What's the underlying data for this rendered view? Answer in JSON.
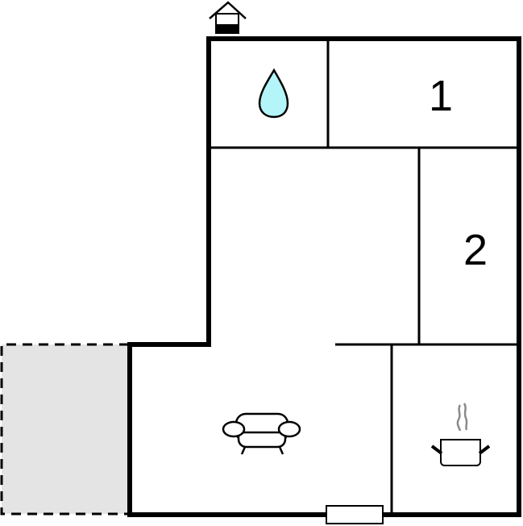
{
  "floor_plan": {
    "title": "",
    "rooms": [
      {
        "id": "bathroom",
        "icon": "water-drop-icon",
        "label": ""
      },
      {
        "id": "bedroom-1",
        "label": "1"
      },
      {
        "id": "bedroom-2",
        "label": "2"
      },
      {
        "id": "living-room",
        "icon": "sofa-icon",
        "label": ""
      },
      {
        "id": "kitchen",
        "icon": "cooking-pot-icon",
        "label": ""
      },
      {
        "id": "terrace",
        "label": ""
      },
      {
        "id": "hallway",
        "label": ""
      }
    ],
    "entrance_icon": "house-entrance-icon",
    "window_icon": "window-icon",
    "colors": {
      "wall": "#000000",
      "water": "#b3f5f9",
      "terrace": "#e4e4e4",
      "steam": "#8a8a8a"
    }
  }
}
